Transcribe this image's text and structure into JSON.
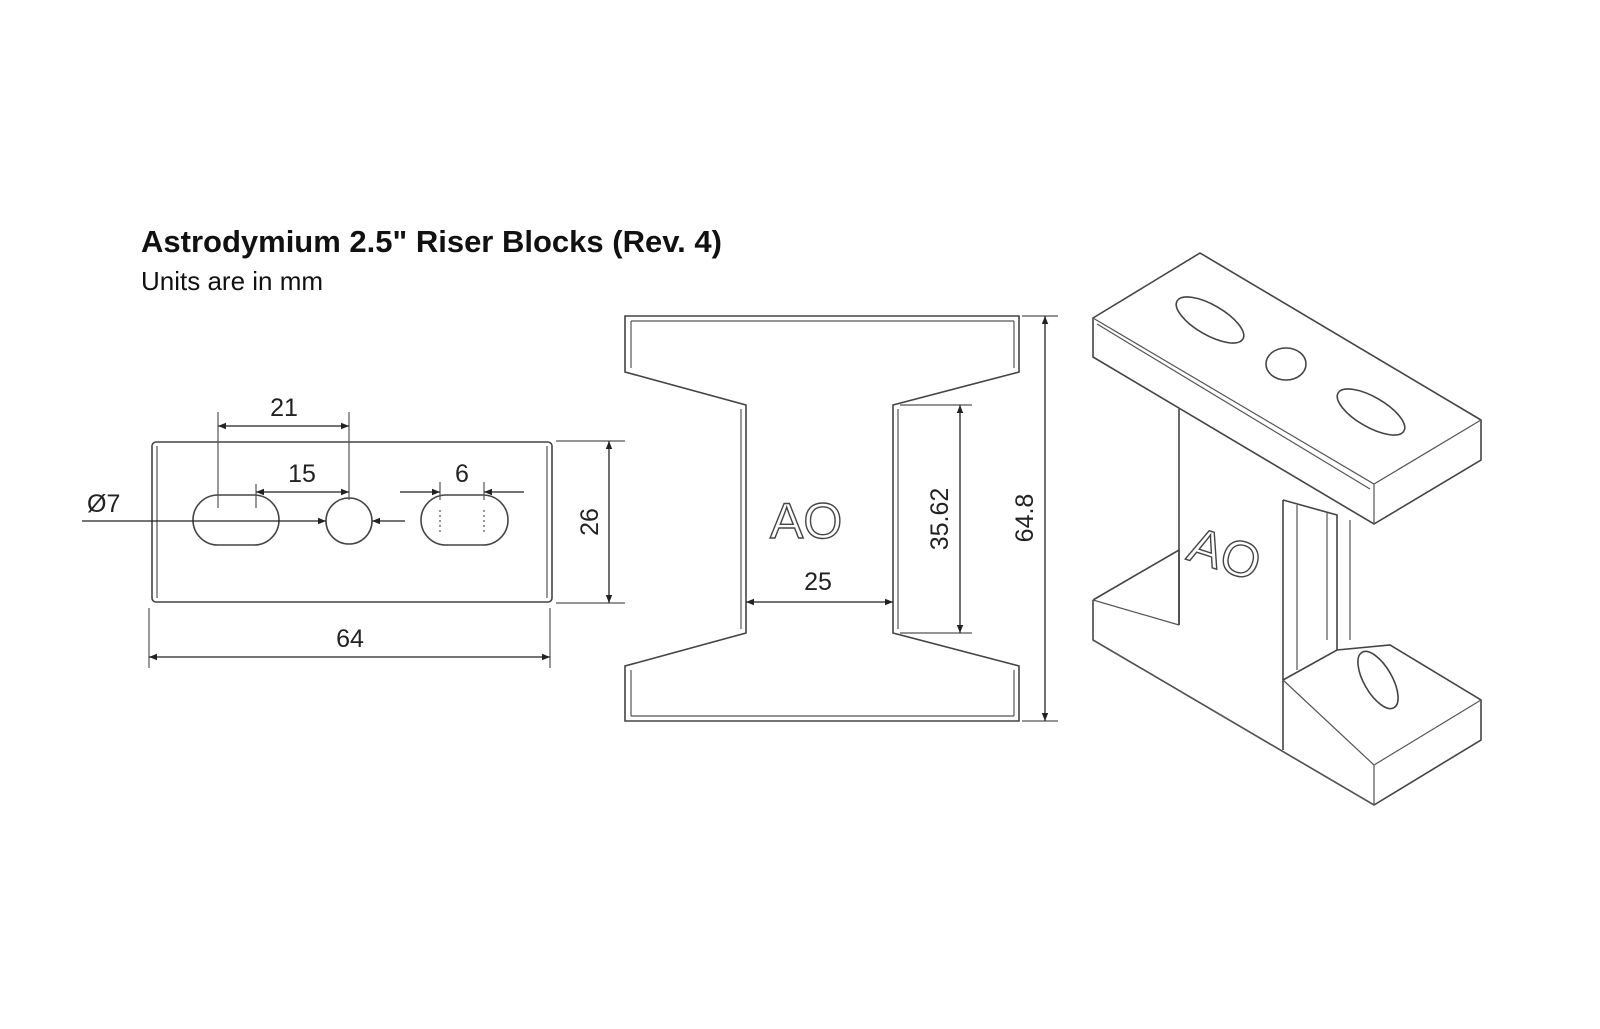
{
  "title": "Astrodymium 2.5\" Riser Blocks (Rev. 4)",
  "subtitle": "Units are in mm",
  "top_view": {
    "hole_diameter": "Ø7",
    "slot_spacing": "21",
    "hole_spacing": "15",
    "slot_length": "6",
    "height": "26",
    "width": "64"
  },
  "front_view": {
    "logo": "AO",
    "web_width": "25",
    "web_height": "35.62",
    "total_height": "64.8"
  },
  "iso_view": {
    "logo": "AO"
  }
}
